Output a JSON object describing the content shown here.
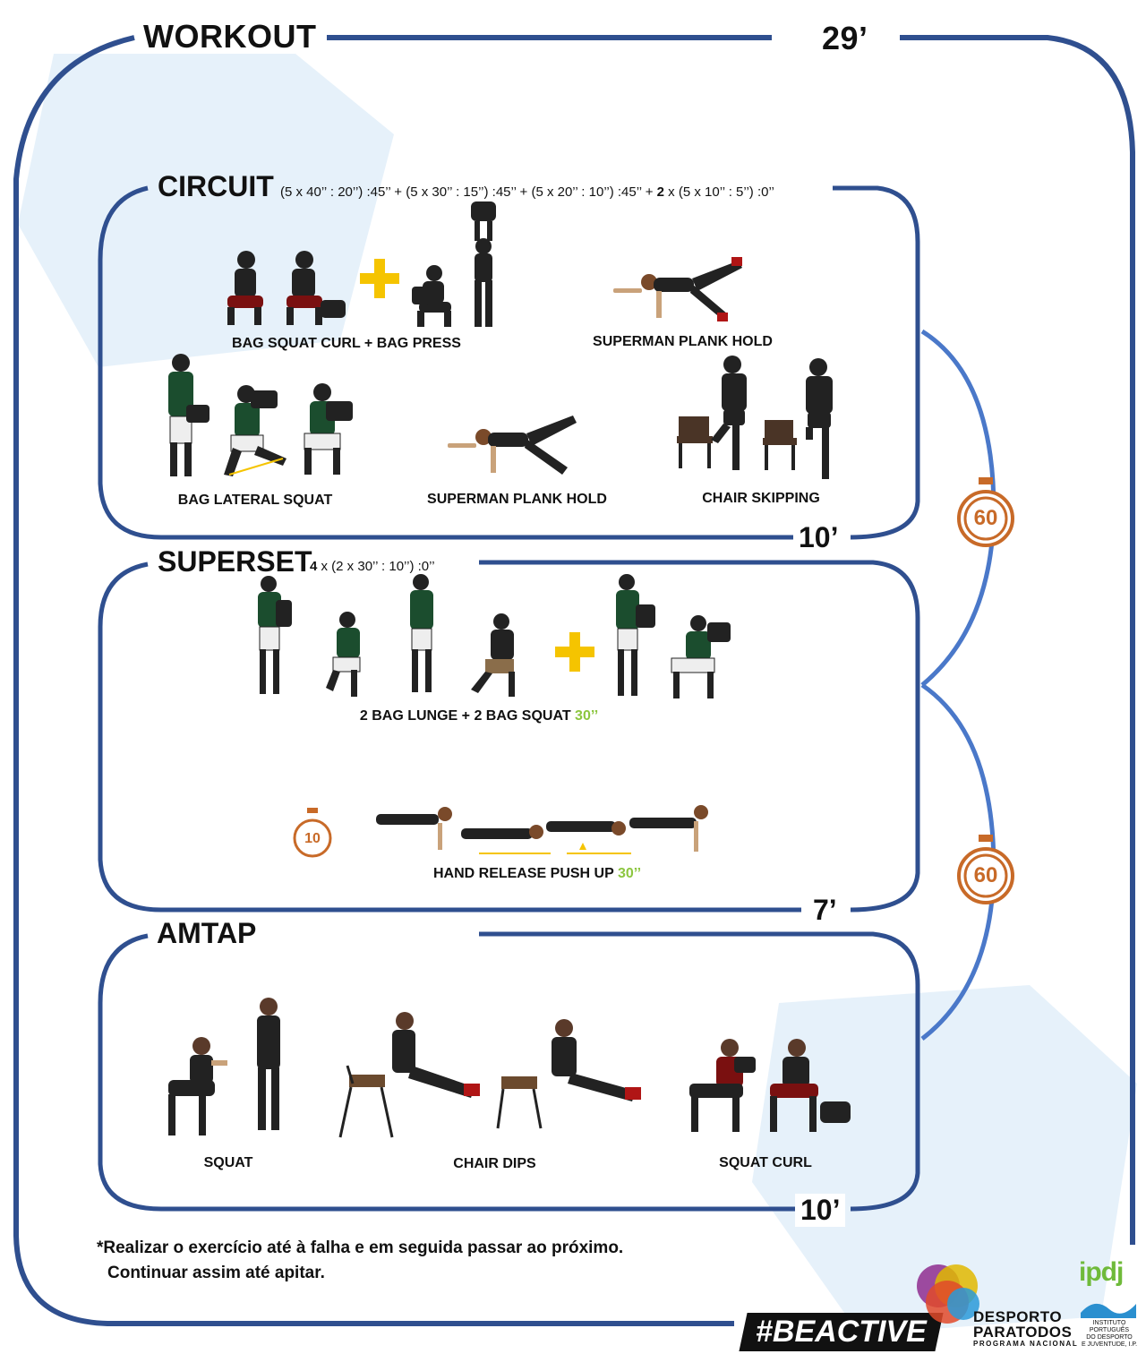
{
  "workout": {
    "title": "WORKOUT",
    "total": "29’"
  },
  "circuit": {
    "title": "CIRCUIT",
    "scheme_a": "(5 x 40’’ : 20’’) :45’’ + (5 x 30’’ : 15’’) :45’’ + (5 x 20’’ : 10’’) :45’’ + ",
    "scheme_b": "2",
    "scheme_c": " x (5 x 10’’ : 5’’) :0’’",
    "duration": "10’",
    "exercises": [
      "BAG SQUAT CURL + BAG PRESS",
      "SUPERMAN PLANK HOLD",
      "BAG LATERAL SQUAT",
      "SUPERMAN PLANK HOLD",
      "CHAIR SKIPPING"
    ]
  },
  "superset": {
    "title": "SUPERSET",
    "scheme_a": "4",
    "scheme_b": " x (2 x 30’’ : 10’’) :0’’",
    "duration": "7’",
    "ex1": {
      "name": "2 BAG LUNGE + 2 BAG SQUAT",
      "time": "30’’"
    },
    "ex2": {
      "name": "HAND RELEASE PUSH UP",
      "time": "30’’"
    },
    "timer": "10"
  },
  "amtap": {
    "title": "AMTAP",
    "duration": "10’",
    "exercises": [
      "SQUAT",
      "CHAIR DIPS",
      "SQUAT CURL"
    ]
  },
  "rest_timers": [
    "60",
    "60"
  ],
  "note": {
    "line1": "*Realizar o exercício até à falha e em seguida passar ao próximo.",
    "line2": "Continuar assim até apitar."
  },
  "footer": {
    "hashtag": "#BEACTIVE",
    "dpt_line1": "DESPORTO",
    "dpt_line2": "PARATODOS",
    "dpt_line3": "PROGRAMA NACIONAL",
    "ipdj": "ipdj",
    "ipdj_sub1": "INSTITUTO PORTUGUÊS",
    "ipdj_sub2": "DO DESPORTO",
    "ipdj_sub3": "E JUVENTUDE, I.P."
  },
  "colors": {
    "frame": "#2f4f8f",
    "connector": "#4a78c9",
    "accent": "#f5c400",
    "timer": "#c86a28",
    "highlight": "#8cc63f"
  }
}
